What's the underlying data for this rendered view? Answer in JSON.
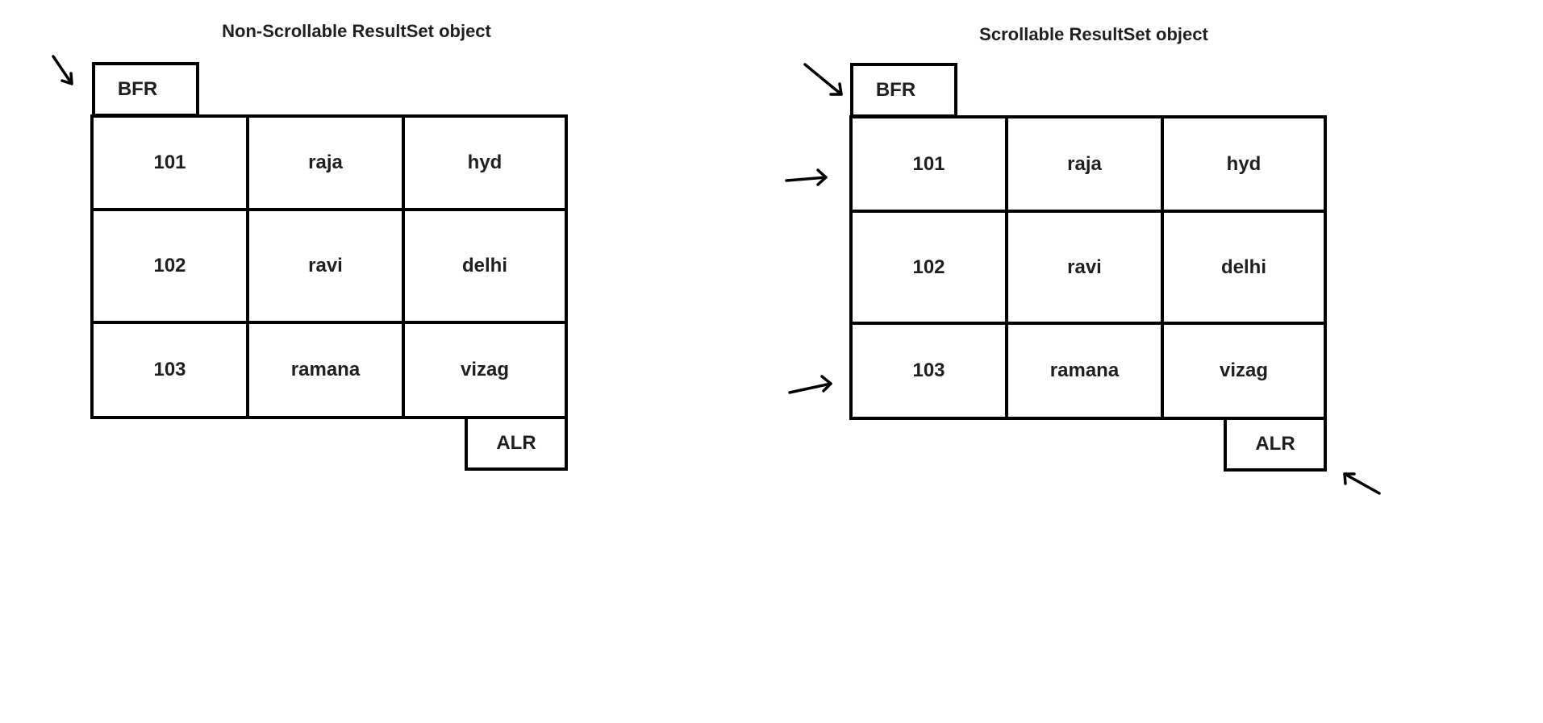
{
  "diagrams": [
    {
      "title": "Non-Scrollable ResultSet object",
      "bfr_label": "BFR",
      "alr_label": "ALR",
      "rows": [
        [
          "101",
          "raja",
          "hyd"
        ],
        [
          "102",
          "ravi",
          "delhi"
        ],
        [
          "103",
          "ramana",
          "vizag"
        ]
      ]
    },
    {
      "title": "Scrollable ResultSet object",
      "bfr_label": "BFR",
      "alr_label": "ALR",
      "rows": [
        [
          "101",
          "raja",
          "hyd"
        ],
        [
          "102",
          "ravi",
          "delhi"
        ],
        [
          "103",
          "ramana",
          "vizag"
        ]
      ]
    }
  ]
}
